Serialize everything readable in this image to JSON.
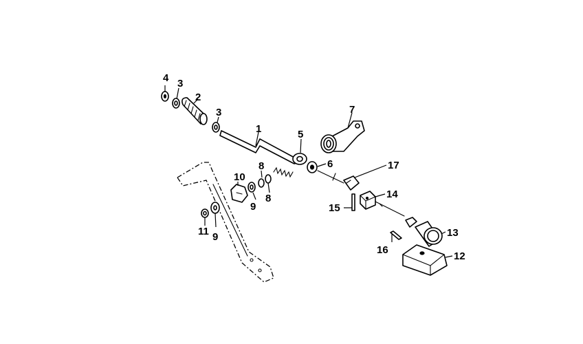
{
  "diagram": {
    "callouts": {
      "c1": "1",
      "c2": "2",
      "c3a": "3",
      "c3b": "3",
      "c4": "4",
      "c5": "5",
      "c6": "6",
      "c7": "7",
      "c8a": "8",
      "c8b": "8",
      "c9a": "9",
      "c9b": "9",
      "c10": "10",
      "c11": "11",
      "c12": "12",
      "c13": "13",
      "c14": "14",
      "c15": "15",
      "c16": "16",
      "c17": "17"
    }
  }
}
